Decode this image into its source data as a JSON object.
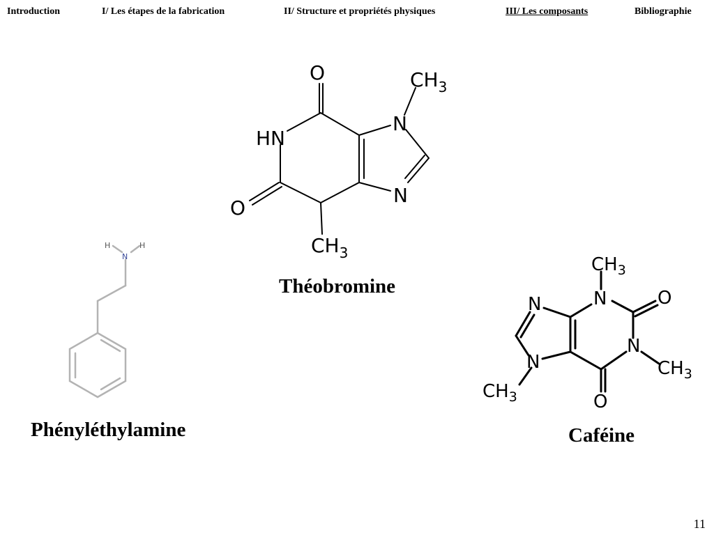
{
  "nav": {
    "items": [
      {
        "label": "Introduction",
        "active": false
      },
      {
        "label": "I/ Les étapes de la fabrication",
        "active": false
      },
      {
        "label": "II/ Structure et propriétés physiques",
        "active": false
      },
      {
        "label": "III/ Les composants",
        "active": true
      },
      {
        "label": "Bibliographie",
        "active": false
      }
    ]
  },
  "molecules": {
    "theobromine": {
      "name": "Théobromine",
      "atoms": {
        "o_top": "O",
        "ch3_top_c": "CH",
        "ch3_top_sub": "3",
        "n_top": "N",
        "hn": "HN",
        "n_bottom": "N",
        "o_left": "O",
        "ch3_bottom_c": "CH",
        "ch3_bottom_sub": "3"
      }
    },
    "phenylethylamine": {
      "name": "Phényléthylamine",
      "atoms": {
        "h_left": "H",
        "n": "N",
        "h_right": "H"
      }
    },
    "cafeine": {
      "name": "Caféine",
      "atoms": {
        "ch3_top_c": "CH",
        "ch3_top_sub": "3",
        "n_top": "N",
        "o_right": "O",
        "n_left": "N",
        "n_right": "N",
        "ch3_right_c": "CH",
        "ch3_right_sub": "3",
        "n_bottom_left": "N",
        "ch3_bottom_c": "CH",
        "ch3_bottom_sub": "3",
        "o_bottom": "O"
      }
    }
  },
  "page_number": "11"
}
